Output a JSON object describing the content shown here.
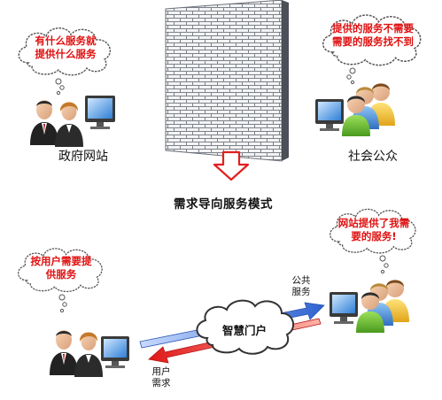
{
  "top": {
    "gov_bubble": [
      "有什么服务就",
      "提供什么服务"
    ],
    "public_bubble": [
      "提供的服务不需要",
      "需要的服务找不到"
    ],
    "gov_label": "政府网站",
    "public_label": "社会公众"
  },
  "caption": "需求导向服务模式",
  "bottom": {
    "gov_bubble": [
      "按用户需要提",
      "供服务"
    ],
    "public_bubble": [
      "网站提供了我需",
      "要的服务!"
    ],
    "portal_label": "智慧门户",
    "public_service_label": [
      "公共",
      "服务"
    ],
    "user_demand_label": [
      "用户",
      "需求"
    ]
  },
  "colors": {
    "bubble_text": "#e01010",
    "wall": "#8a8f99",
    "down_arrow": "#e02020",
    "arrow_blue": "#3a6fd8",
    "arrow_red": "#e02a2a"
  },
  "icons": [
    "cloud-bubble",
    "government-staff",
    "computer-monitor",
    "brick-wall",
    "down-arrow",
    "public-group"
  ]
}
